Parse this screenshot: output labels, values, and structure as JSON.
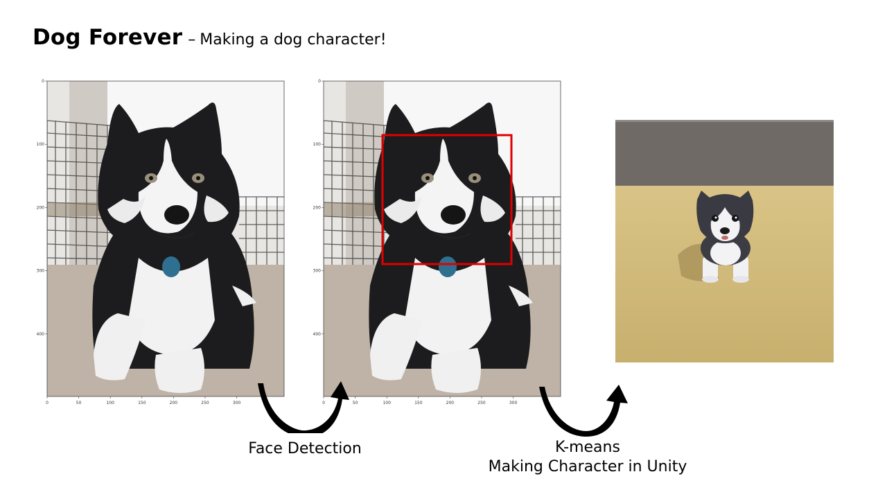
{
  "title": {
    "main": "Dog Forever",
    "dash": "–",
    "subtitle": "Making a dog character!"
  },
  "plots": {
    "x_ticks": [
      "0",
      "50",
      "100",
      "150",
      "200",
      "250",
      "300"
    ],
    "y_ticks": [
      "0",
      "100",
      "200",
      "300",
      "400"
    ]
  },
  "steps": {
    "face_detection": "Face Detection",
    "kmeans": "K-means",
    "unity": "Making Character in Unity"
  },
  "colors": {
    "detection_box": "#e00000",
    "floor": "#cdb57a",
    "wall": "#6f6a66",
    "fur_dark": "#1c1c1e",
    "fur_light": "#f2f2f2",
    "carpet": "#bfb3a8"
  }
}
